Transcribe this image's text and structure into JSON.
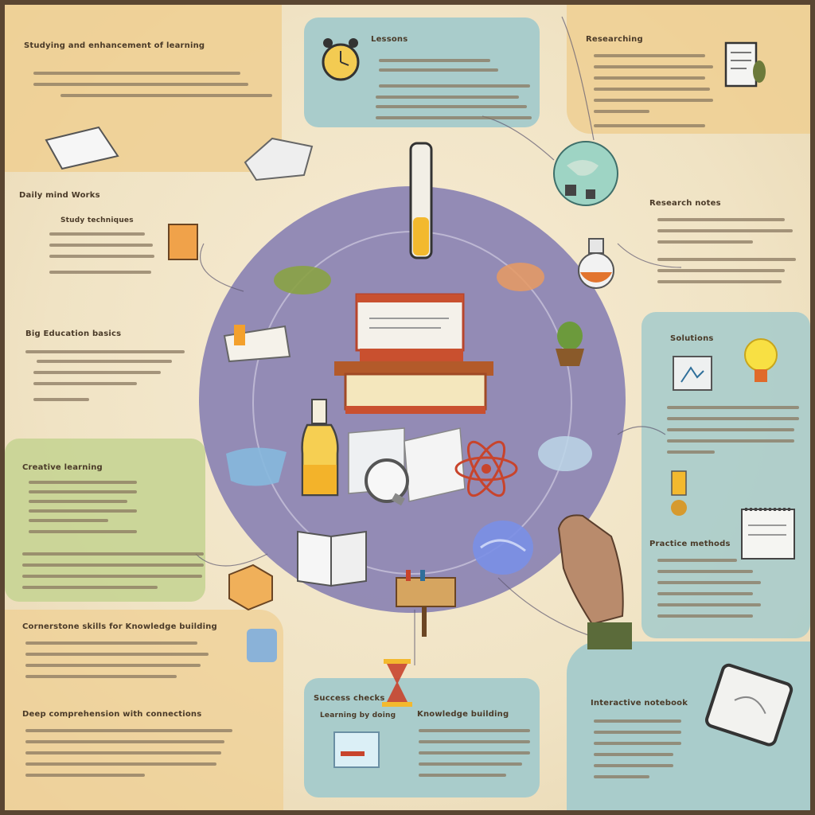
{
  "titles": {
    "top_left": "Studying and enhancement of learning",
    "top_center": "Lessons",
    "top_right": "Researching",
    "left_mid": "Daily mind Works",
    "left_mid_sub": "Study techniques",
    "left_lower": "Big Education basics",
    "left_green": "Creative learning",
    "right_mid": "Research notes",
    "right_blue": "Solutions",
    "right_bottom_mid": "Practice methods",
    "bottom_left_a": "Cornerstone skills for Knowledge building",
    "bottom_left_b": "Deep comprehension with connections",
    "bottom_center_a": "Success checks",
    "bottom_center_b": "Learning by doing",
    "bottom_center_c": "Knowledge building",
    "bottom_right": "Interactive notebook"
  },
  "colors": {
    "circle": "#8d86b3",
    "panel_tan": "#efcf92",
    "panel_blue": "#a9cccb",
    "panel_green": "#c6d494"
  },
  "icons": [
    "alarm-clock-icon",
    "notepad-icon",
    "test-tube-icon",
    "book-stack-icon",
    "bottle-icon",
    "magnifier-icon",
    "atom-icon",
    "lightbulb-icon",
    "hand-icon",
    "tablet-icon",
    "hourglass-icon",
    "globe-icon",
    "letter-icon",
    "plant-icon",
    "open-book-icon",
    "flask-icon",
    "easel-icon"
  ]
}
